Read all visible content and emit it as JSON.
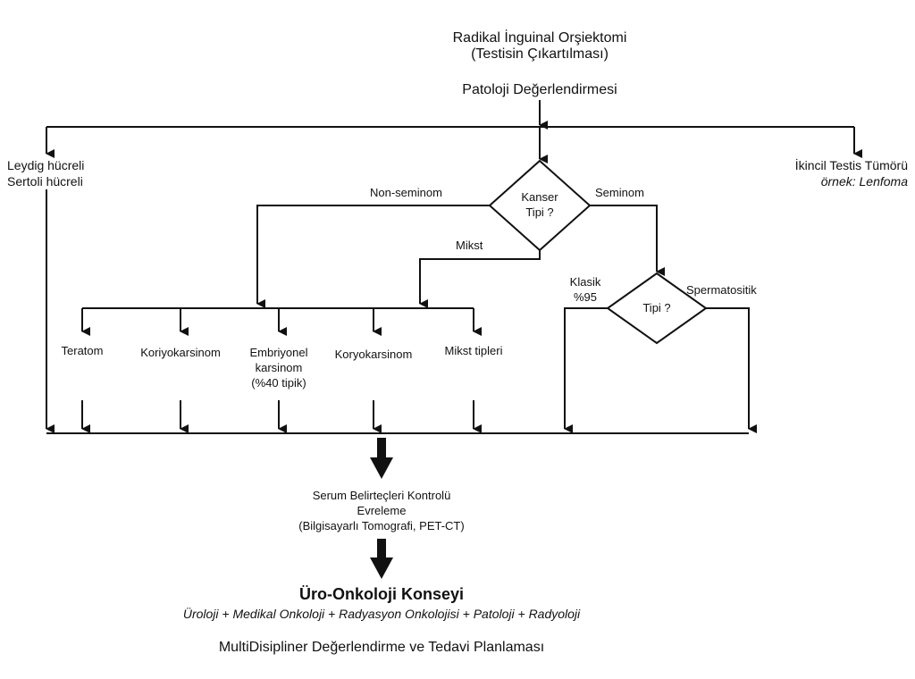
{
  "top": {
    "line1": "Radikal İnguinal Orşiektomi",
    "line2": "(Testisin Çıkartılması)"
  },
  "pathology": "Patoloji Değerlendirmesi",
  "left_branch": {
    "line1": "Leydig hücreli",
    "line2": "Sertoli hücreli"
  },
  "right_branch": {
    "line1": "İkincil Testis Tümörü",
    "line2": "örnek: Lenfoma"
  },
  "decision_cancer": {
    "line1": "Kanser",
    "line2": "Tipi ?"
  },
  "labels": {
    "non_seminoma": "Non-seminom",
    "seminoma": "Seminom",
    "mixed": "Mikst",
    "classic": "Klasik",
    "classic_pct": "%95",
    "spermatocytic": "Spermatositik"
  },
  "decision_type": "Tipi ?",
  "subtypes": {
    "teratoma": "Teratom",
    "choriocarcinoma1": "Koriyokarsinom",
    "embryonal_l1": "Embriyonel",
    "embryonal_l2": "karsinom",
    "embryonal_l3": "(%40 tipik)",
    "choriocarcinoma2": "Koryokarsinom",
    "mixed_types": "Mikst tipleri"
  },
  "staging": {
    "line1": "Serum Belirteçleri Kontrolü",
    "line2": "Evreleme",
    "line3": "(Bilgisayarlı Tomografi, PET-CT)"
  },
  "council": {
    "title": "Üro-Onkoloji Konseyi",
    "members": "Üroloji + Medikal Onkoloji + Radyasyon Onkolojisi + Patoloji + Radyoloji"
  },
  "final": "MultiDisipliner Değerlendirme ve Tedavi Planlaması"
}
